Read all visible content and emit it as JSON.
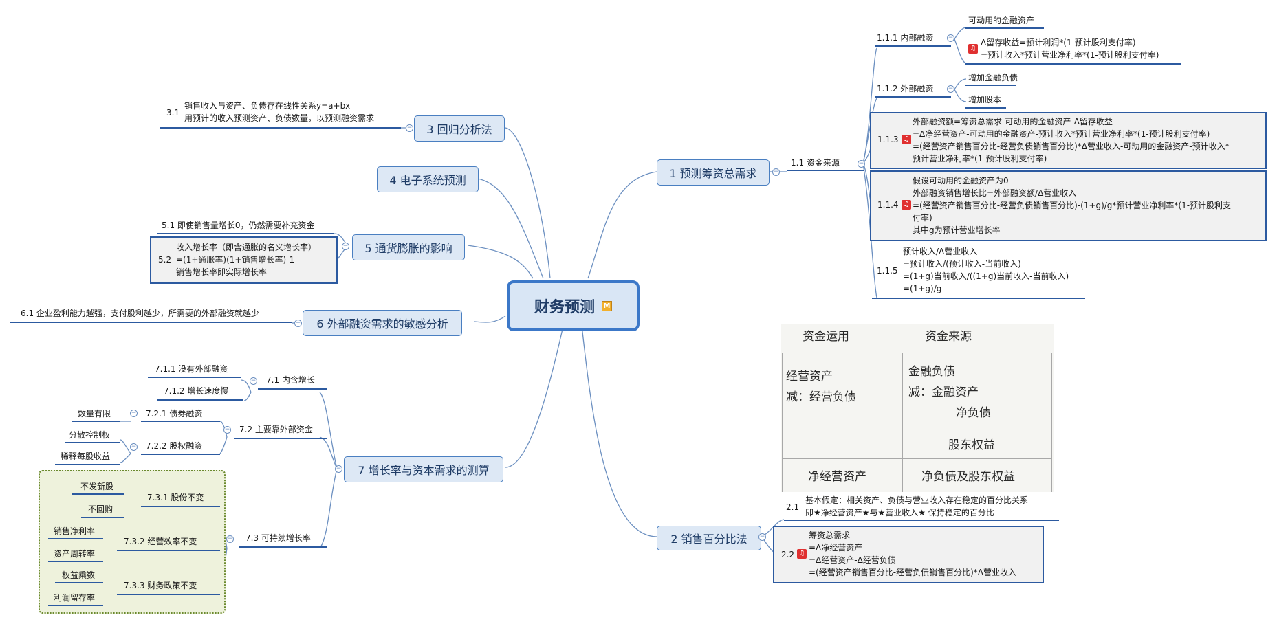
{
  "root": {
    "label": "财务预测",
    "marker": "M"
  },
  "topics": {
    "t1": {
      "label": "1 预测筹资总需求"
    },
    "t2": {
      "label": "2 销售百分比法"
    },
    "t3": {
      "label": "3 回归分析法"
    },
    "t4": {
      "label": "4 电子系统预测"
    },
    "t5": {
      "label": "5 通货膨胀的影响"
    },
    "t6": {
      "label": "6 外部融资需求的敏感分析"
    },
    "t7": {
      "label": "7 增长率与资本需求的测算"
    }
  },
  "t1": {
    "s11": "1.1  资金来源",
    "s111": "1.1.1  内部融资",
    "s111a": "可动用的金融资产",
    "s111b": [
      "Δ留存收益=预计利润*(1-预计股利支付率)",
      "=预计收入*预计营业净利率*(1-预计股利支付率)"
    ],
    "s112": "1.1.2  外部融资",
    "s112a": "增加金融负债",
    "s112b": "增加股本",
    "s113": "1.1.3",
    "s113lines": [
      "外部融资额=筹资总需求-可动用的金融资产-Δ留存收益",
      "=Δ净经营资产-可动用的金融资产-预计收入*预计营业净利率*(1-预计股利支付率)",
      "=(经营资产销售百分比-经营负债销售百分比)*Δ营业收入-可动用的金融资产-预计收入*",
      "预计营业净利率*(1-预计股利支付率)"
    ],
    "s114": "1.1.4",
    "s114lines": [
      "假设可动用的金融资产为0",
      "外部融资销售增长比=外部融资额/Δ营业收入",
      "=(经营资产销售百分比-经营负债销售百分比)-(1+g)/g*预计营业净利率*(1-预计股利支",
      "付率)",
      "其中g为预计营业增长率"
    ],
    "s115": "1.1.5",
    "s115lines": [
      "预计收入/Δ营业收入",
      "=预计收入/(预计收入-当前收入)",
      "=(1+g)当前收入/((1+g)当前收入-当前收入)",
      "=(1+g)/g"
    ]
  },
  "table": {
    "h1": "资金运用",
    "h2": "资金来源",
    "a1": "经营资产",
    "a2": "减：经营负债",
    "b1": "金融负债",
    "b2": "减：金融资产",
    "b3": "净负债",
    "b4": "股东权益",
    "f1": "净经营资产",
    "f2": "净负债及股东权益"
  },
  "t2": {
    "s21": "2.1",
    "s21lines": [
      "基本假定：相关资产、负债与营业收入存在稳定的百分比关系",
      "即★净经营资产★与★营业收入★ 保持稳定的百分比"
    ],
    "s22": "2.2",
    "s22lines": [
      "筹资总需求",
      "=Δ净经营资产",
      "=Δ经营资产-Δ经营负债",
      "=(经营资产销售百分比-经营负债销售百分比)*Δ营业收入"
    ]
  },
  "t3": {
    "s31": "3.1",
    "s31lines": [
      "销售收入与资产、负债存在线性关系y=a+bx",
      "用预计的收入预测资产、负债数量，以预测融资需求"
    ]
  },
  "t5": {
    "s51": "5.1  即使销售量增长0，仍然需要补充资金",
    "s52": "5.2",
    "s52lines": [
      "收入增长率（即含通胀的名义增长率）",
      "=(1+通胀率)(1+销售增长率)-1",
      "销售增长率即实际增长率"
    ]
  },
  "t6": {
    "s61": "6.1  企业盈利能力越强，支付股利越少，所需要的外部融资就越少"
  },
  "t7": {
    "s71": "7.1  内含增长",
    "s711": "7.1.1  没有外部融资",
    "s712": "7.1.2  增长速度慢",
    "s72": "7.2  主要靠外部资金",
    "s721": "7.2.1  债券融资",
    "s721a": "数量有限",
    "s722": "7.2.2  股权融资",
    "s722a": "分散控制权",
    "s722b": "稀释每股收益",
    "s73": "7.3  可持续增长率",
    "s731": "7.3.1  股份不变",
    "s731a": "不发新股",
    "s731b": "不回购",
    "s732": "7.3.2  经营效率不变",
    "s732a": "销售净利率",
    "s732b": "资产周转率",
    "s733": "7.3.3  财务政策不变",
    "s733a": "权益乘数",
    "s733b": "利润留存率"
  },
  "colors": {
    "accent": "#3c78c8",
    "line": "#6b8fc0",
    "box": "#2c5aa0",
    "note": "#e03030",
    "dashed": "#6b8a2e"
  }
}
